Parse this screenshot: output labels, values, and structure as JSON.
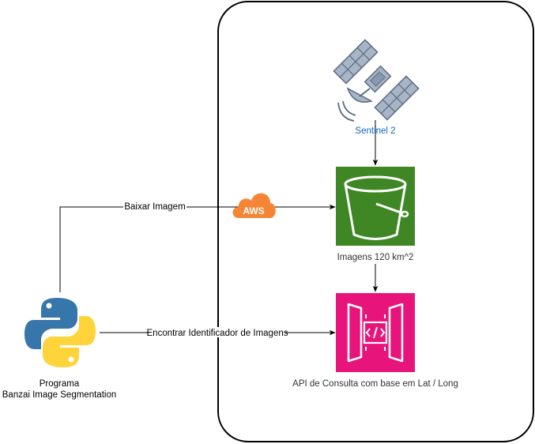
{
  "colors": {
    "line": "#000000",
    "satellite_label": "#1565c0",
    "text": "#333333",
    "s3_tile": "#3f8624",
    "api_tile": "#e7157b",
    "aws_badge": "#f58534",
    "python_blue": "#3776ab",
    "python_yellow": "#ffd43b",
    "satellite_panel": "#a8b5c7"
  },
  "nodes": {
    "satellite": {
      "label": "Sentinel 2",
      "icon": "satellite-icon"
    },
    "s3": {
      "label": "Imagens 120 km^2",
      "icon": "s3-bucket-icon"
    },
    "api": {
      "label": "API de Consulta com base em Lat / Long",
      "icon": "api-gateway-icon"
    },
    "aws": {
      "label": "AWS",
      "icon": "aws-cloud-icon"
    },
    "program": {
      "label_line1": "Programa",
      "label_line2": "Banzai Image Segmentation",
      "icon": "python-logo-icon"
    }
  },
  "edges": {
    "download": {
      "label": "Baixar Imagem"
    },
    "find": {
      "label": "Encontrar Identificador de Imagens"
    }
  }
}
